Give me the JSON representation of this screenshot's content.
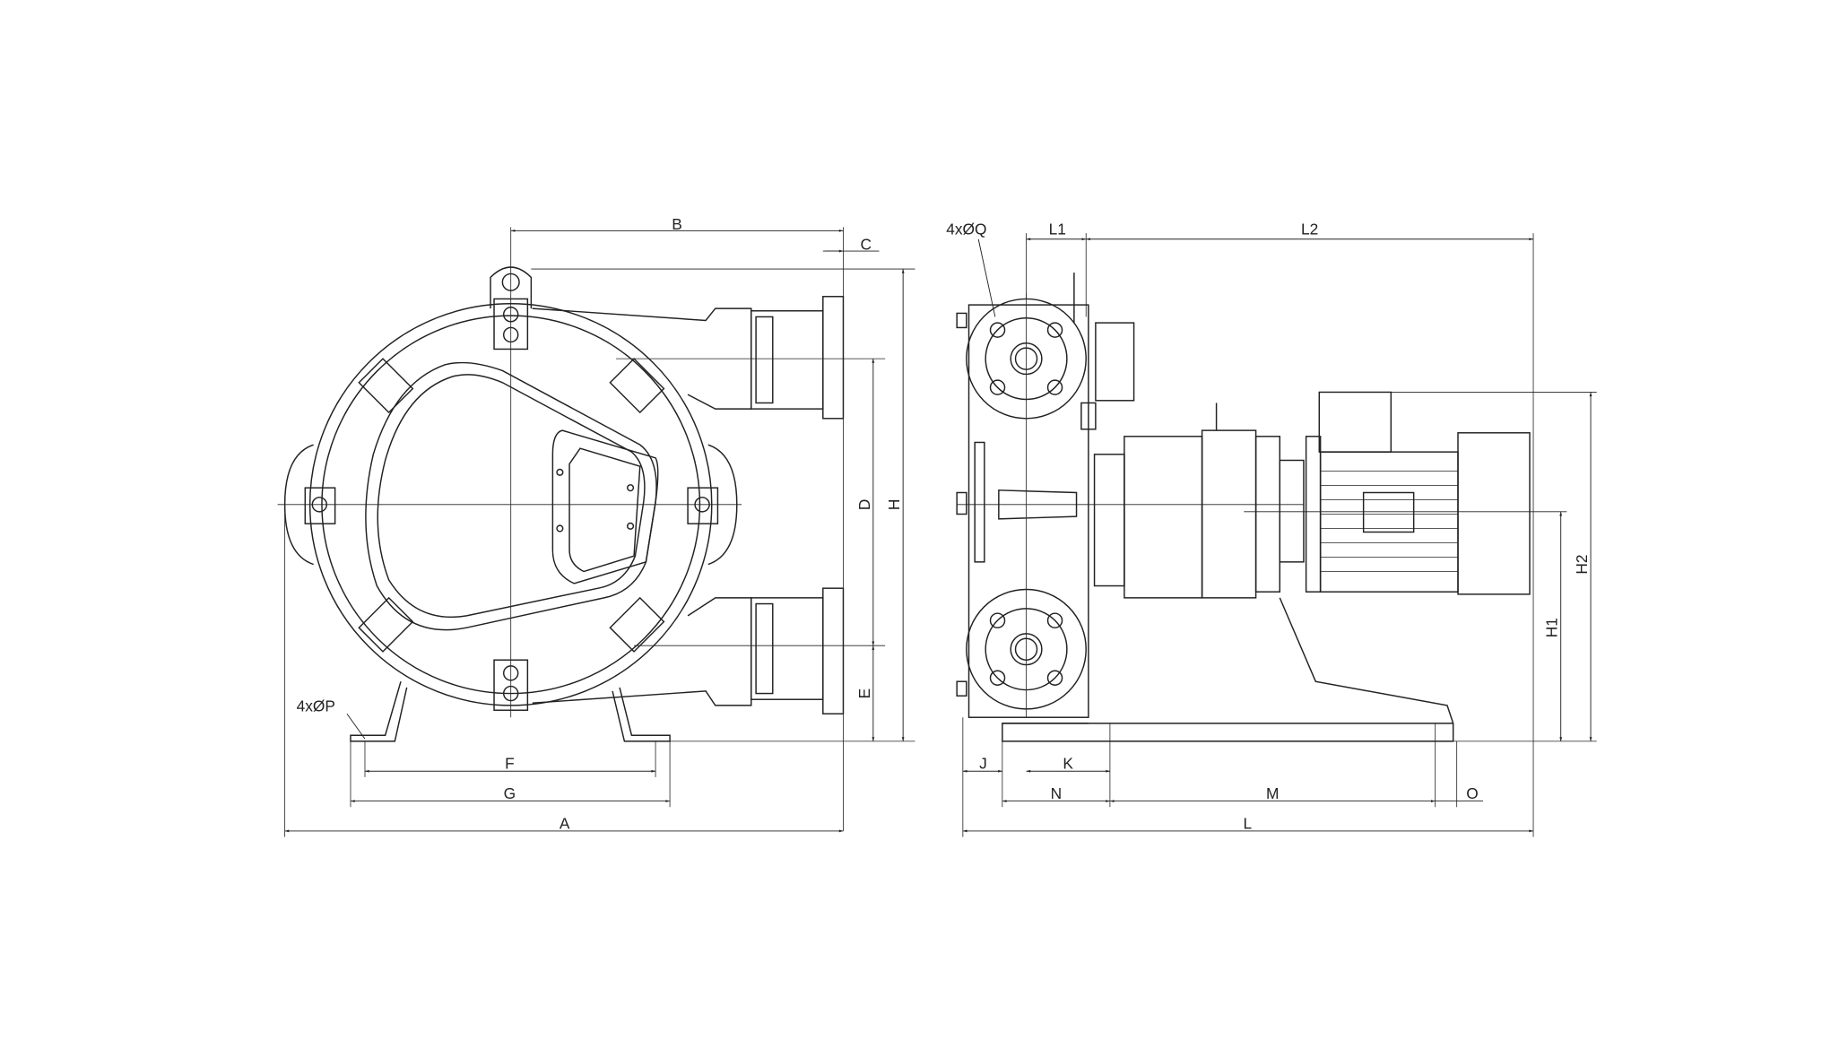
{
  "drawing": {
    "front_view_labels": {
      "B": "B",
      "C": "C",
      "D": "D",
      "H": "H",
      "E": "E",
      "P": "4xØP",
      "F": "F",
      "G": "G",
      "A": "A"
    },
    "side_view_labels": {
      "Q": "4xØQ",
      "L1": "L1",
      "L2": "L2",
      "H2": "H2",
      "H1": "H1",
      "J": "J",
      "K": "K",
      "N": "N",
      "M": "M",
      "O": "O",
      "L": "L"
    }
  }
}
